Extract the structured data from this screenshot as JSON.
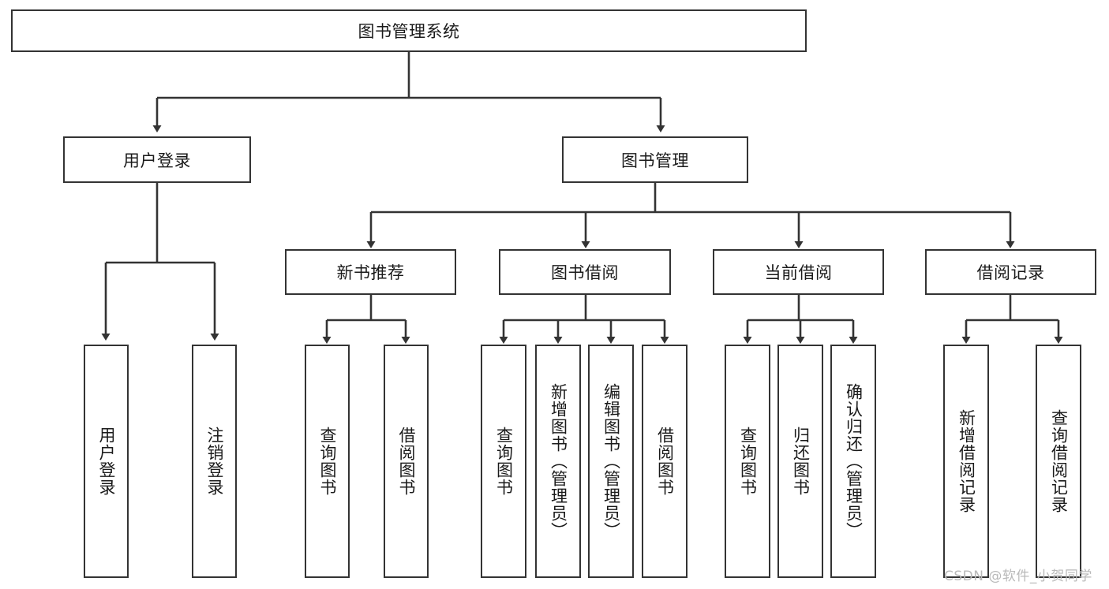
{
  "diagram": {
    "title": "图书管理系统",
    "type": "tree",
    "root": {
      "label": "图书管理系统",
      "children": [
        {
          "label": "用户登录",
          "children": [
            {
              "label": "用户登录"
            },
            {
              "label": "注销登录"
            }
          ]
        },
        {
          "label": "图书管理",
          "children": [
            {
              "label": "新书推荐",
              "children": [
                {
                  "label": "查询图书"
                },
                {
                  "label": "借阅图书"
                }
              ]
            },
            {
              "label": "图书借阅",
              "children": [
                {
                  "label": "查询图书"
                },
                {
                  "label": "新增图书（管理员）"
                },
                {
                  "label": "编辑图书（管理员）"
                },
                {
                  "label": "借阅图书"
                }
              ]
            },
            {
              "label": "当前借阅",
              "children": [
                {
                  "label": "查询图书"
                },
                {
                  "label": "归还图书"
                },
                {
                  "label": "确认归还（管理员）"
                }
              ]
            },
            {
              "label": "借阅记录",
              "children": [
                {
                  "label": "新增借阅记录"
                },
                {
                  "label": "查询借阅记录"
                }
              ]
            }
          ]
        }
      ]
    },
    "nodes": {
      "root": "图书管理系统",
      "user_login": "用户登录",
      "book_manage": "图书管理",
      "new_book_rec": "新书推荐",
      "book_borrow": "图书借阅",
      "current_borrow": "当前借阅",
      "borrow_record": "借阅记录",
      "leaf_user_login": "用户登录",
      "leaf_logout": "注销登录",
      "leaf_rec_query": "查询图书",
      "leaf_rec_borrow": "借阅图书",
      "leaf_borrow_query": "查询图书",
      "leaf_borrow_add": "新增图书（管理员）",
      "leaf_borrow_edit": "编辑图书（管理员）",
      "leaf_borrow_lend": "借阅图书",
      "leaf_cur_query": "查询图书",
      "leaf_cur_return": "归还图书",
      "leaf_cur_confirm": "确认归还（管理员）",
      "leaf_rec_add": "新增借阅记录",
      "leaf_rec_search": "查询借阅记录"
    },
    "colors": {
      "stroke": "#333333",
      "fill": "#ffffff",
      "text": "#1a1a1a",
      "watermark": "#b9b9b9"
    }
  },
  "watermark": {
    "text": "CSDN @软件_小贺同学"
  }
}
